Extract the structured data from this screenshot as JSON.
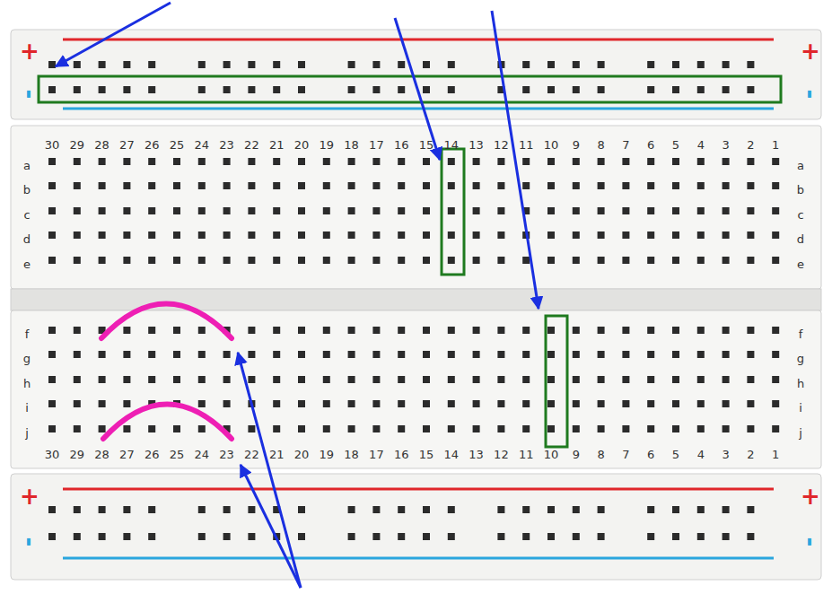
{
  "diagram": {
    "labels": [
      "+",
      "+",
      "-",
      "-",
      "30",
      "29",
      "28",
      "27",
      "26",
      "25",
      "24",
      "23",
      "22",
      "21",
      "20",
      "19",
      "18",
      "17",
      "16",
      "15",
      "14",
      "13",
      "12",
      "11",
      "10",
      "9",
      "8",
      "7",
      "6",
      "5",
      "4",
      "3",
      "2",
      "1",
      "a",
      "b",
      "c",
      "d",
      "e",
      "a",
      "b",
      "c",
      "d",
      "e",
      "f",
      "g",
      "h",
      "i",
      "j",
      "f",
      "g",
      "h",
      "i",
      "j",
      "30",
      "29",
      "28",
      "27",
      "26",
      "25",
      "24",
      "23",
      "22",
      "21",
      "20",
      "19",
      "18",
      "17",
      "16",
      "15",
      "14",
      "13",
      "12",
      "11",
      "10",
      "9",
      "8",
      "7",
      "6",
      "5",
      "4",
      "3",
      "2",
      "1",
      "+",
      "+",
      "-",
      "-"
    ]
  }
}
